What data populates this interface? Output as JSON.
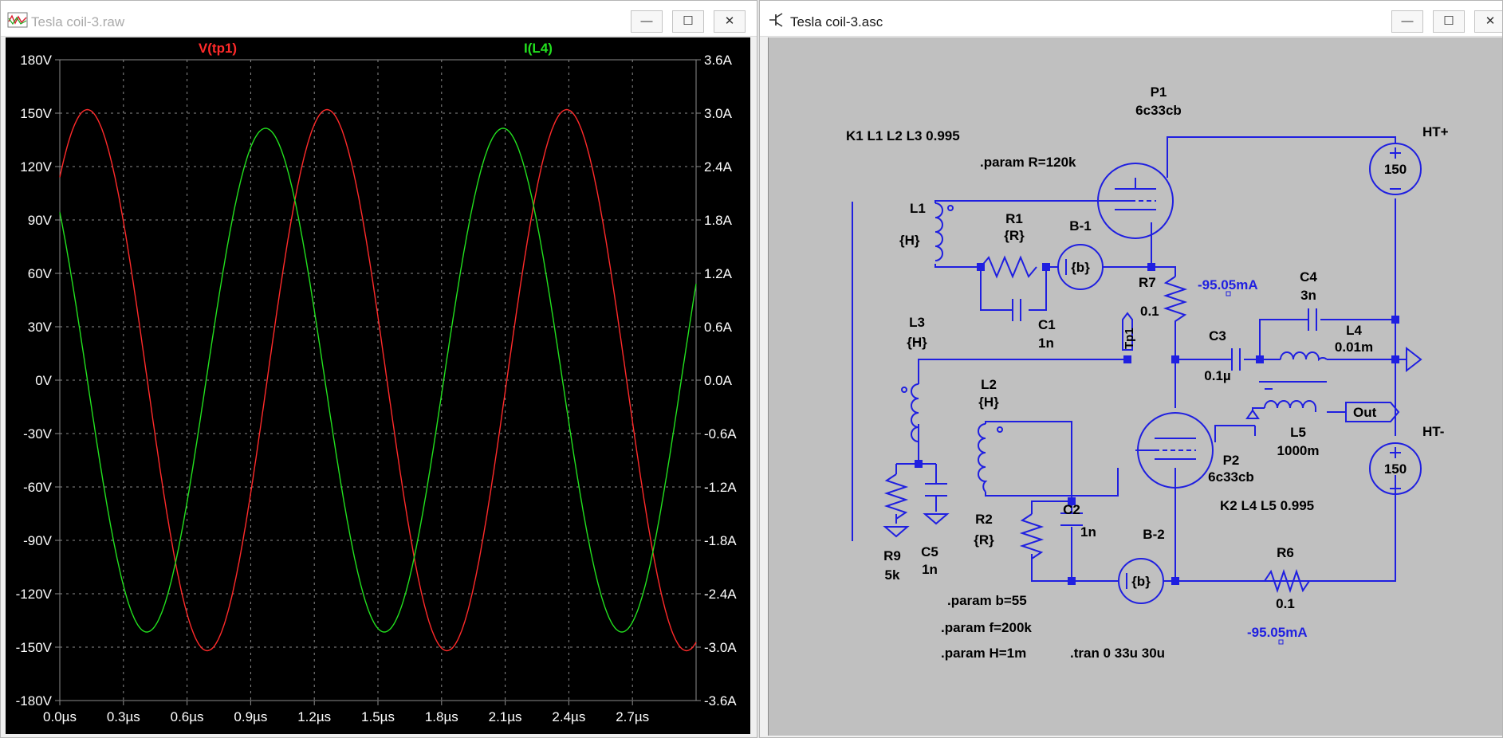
{
  "waveform_window": {
    "title": "Tesla coil-3.raw",
    "buttons": {
      "minimize": "—",
      "maximize": "☐",
      "close": "✕"
    },
    "trace_labels": [
      "V(tp1)",
      "I(L4)"
    ],
    "colors": {
      "background": "#000000",
      "grid": "#8c8c8c",
      "axis_text": "#ffffff",
      "v_trace": "#ff2a2a",
      "i_trace": "#22e01e"
    }
  },
  "chart_data": {
    "type": "line",
    "x_ticks": [
      "0.0µs",
      "0.3µs",
      "0.6µs",
      "0.9µs",
      "1.2µs",
      "1.5µs",
      "1.8µs",
      "2.1µs",
      "2.4µs",
      "2.7µs"
    ],
    "y_left_ticks": [
      "180V",
      "150V",
      "120V",
      "90V",
      "60V",
      "30V",
      "0V",
      "-30V",
      "-60V",
      "-90V",
      "-120V",
      "-150V",
      "-180V"
    ],
    "y_right_ticks": [
      "3.6A",
      "3.0A",
      "2.4A",
      "1.8A",
      "1.2A",
      "0.6A",
      "0.0A",
      "-0.6A",
      "-1.2A",
      "-1.8A",
      "-2.4A",
      "-3.0A",
      "-3.6A"
    ],
    "xlim_us": [
      0,
      3.0
    ],
    "ylim_left_V": [
      -180,
      180
    ],
    "ylim_right_A": [
      -3.6,
      3.6
    ],
    "grid": true,
    "series": [
      {
        "name": "V(tp1)",
        "axis": "left",
        "unit": "V",
        "color": "#ff2a2a",
        "amplitude": 152,
        "period_us": 1.13,
        "peak_at_us": 0.13
      },
      {
        "name": "I(L4)",
        "axis": "right",
        "unit": "A",
        "color": "#22e01e",
        "amplitude": 2.83,
        "period_us": 1.12,
        "peak_at_us": 0.97
      }
    ]
  },
  "schematic_window": {
    "title": "Tesla coil-3.asc",
    "buttons": {
      "minimize": "—",
      "maximize": "☐",
      "close": "✕"
    },
    "colors": {
      "background": "#c0c0c0",
      "wire": "#1f1fe0",
      "text": "#000000",
      "probe": "#1f1fe0"
    },
    "labels": {
      "k1": "K1 L1 L2 L3 0.995",
      "param_r": ".param R=120k",
      "p1_name": "P1",
      "p1_model": "6c33cb",
      "ht_plus": "HT+",
      "ht_minus": "HT-",
      "v150_top": "150",
      "v150_bot": "150",
      "l1_name": "L1",
      "l1_value": "{H}",
      "r1_name": "R1",
      "r1_value": "{R}",
      "b1_name": "B-1",
      "b1_value": "{b}",
      "r7_name": "R7",
      "r7_value": "0.1",
      "current_top": "-95.05mA",
      "c1_name": "C1",
      "c1_value": "1n",
      "c4_name": "C4",
      "c4_value": "3n",
      "tp1": "Tp1",
      "l3_name": "L3",
      "l3_value": "{H}",
      "c3_name": "C3",
      "c3_value": "0.1µ",
      "l4_name": "L4",
      "l4_value": "0.01m",
      "l2_name": "L2",
      "l2_value": "{H}",
      "l5_name": "L5",
      "l5_value": "1000m",
      "out": "Out",
      "p2_name": "P2",
      "p2_model": "6c33cb",
      "k2": "K2 L4 L5  0.995",
      "c2_name": "C2",
      "c2_value": "1n",
      "r2_name": "R2",
      "r2_value": "{R}",
      "b2_name": "B-2",
      "b2_value": "{b}",
      "r6_name": "R6",
      "r6_value": "0.1",
      "current_bot": "-95.05mA",
      "r9_name": "R9",
      "r9_value": "5k",
      "c5_name": "C5",
      "c5_value": "1n",
      "param_b": ".param b=55",
      "param_f": ".param f=200k",
      "param_h": ".param H=1m",
      "tran": ".tran 0 33u 30u"
    }
  }
}
